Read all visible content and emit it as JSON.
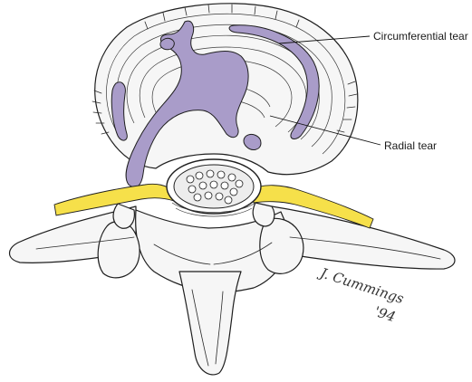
{
  "labels": {
    "circumferential_tear": "Circumferential tear",
    "radial_tear": "Radial tear"
  },
  "signature": {
    "name": "J. Cummings",
    "year": "'94"
  },
  "colors": {
    "tear": "#a99cc9",
    "nerve": "#f6e04a",
    "ink": "#1f1f1f",
    "background": "#ffffff"
  },
  "icons": [
    "spinal-cord-cross-section",
    "nerve-root"
  ]
}
